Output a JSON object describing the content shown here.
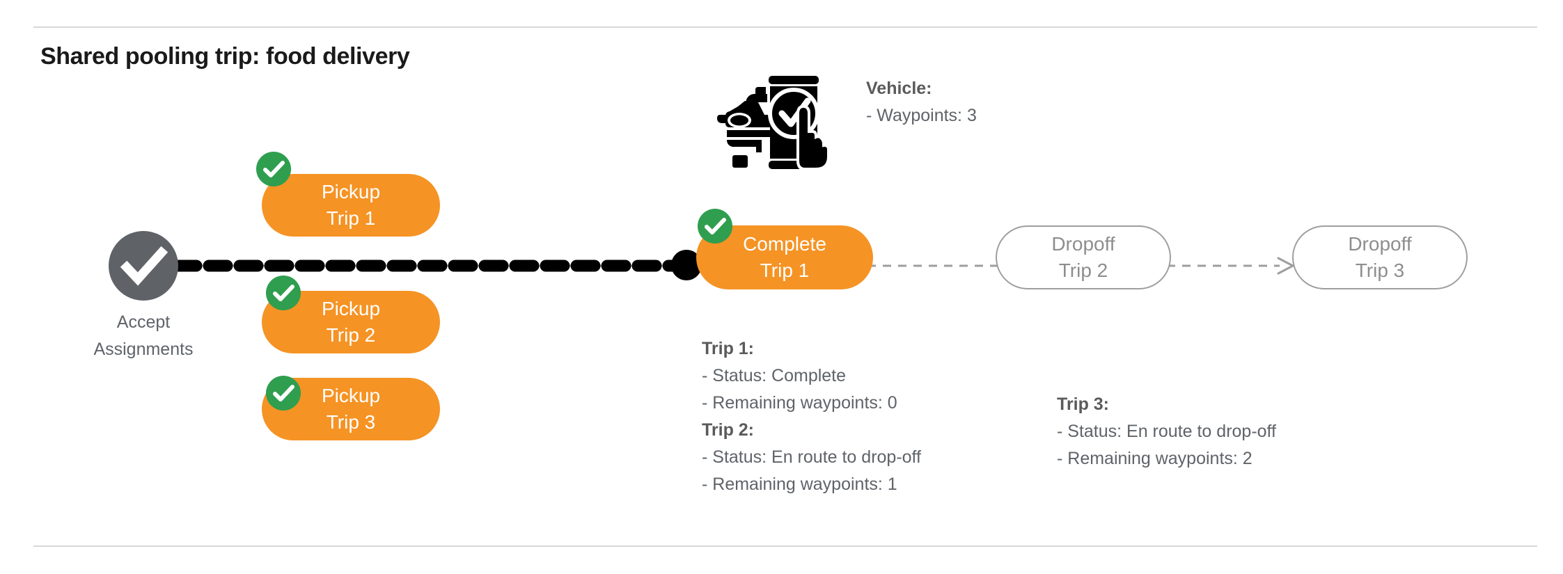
{
  "page": {
    "title": "Shared pooling trip: food delivery",
    "background": "#ffffff"
  },
  "colors": {
    "orange": "#f59324",
    "green": "#2f9e4f",
    "gray_node": "#5f6368",
    "gray_text": "#5f6368",
    "gray_outline": "#9e9e9e",
    "divider": "#d5d7d9",
    "black": "#000000"
  },
  "start_node": {
    "icon": "check-circle-icon",
    "label_line1": "Accept",
    "label_line2": "Assignments"
  },
  "vehicle": {
    "icon": "car-phone-check-icon",
    "heading": "Vehicle:",
    "detail": "- Waypoints: 3"
  },
  "nodes": {
    "pickups": [
      {
        "line1": "Pickup",
        "line2": "Trip 1",
        "completed": true,
        "badge_icon": "check-badge-icon"
      },
      {
        "line1": "Pickup",
        "line2": "Trip 2",
        "completed": true,
        "badge_icon": "check-badge-icon"
      },
      {
        "line1": "Pickup",
        "line2": "Trip 3",
        "completed": true,
        "badge_icon": "check-badge-icon"
      }
    ],
    "complete": {
      "line1": "Complete",
      "line2": "Trip 1",
      "completed": true,
      "badge_icon": "check-badge-icon"
    },
    "dropoffs": [
      {
        "line1": "Dropoff",
        "line2": "Trip 2",
        "completed": false
      },
      {
        "line1": "Dropoff",
        "line2": "Trip 3",
        "completed": false
      }
    ]
  },
  "trips": [
    {
      "heading": "Trip 1:",
      "status_line": "- Status:  Complete",
      "waypoints_line": "- Remaining waypoints: 0"
    },
    {
      "heading": "Trip 2:",
      "status_line": "- Status:  En route to drop-off",
      "waypoints_line": "- Remaining waypoints: 1"
    },
    {
      "heading": "Trip 3:",
      "status_line": "- Status:  En route to drop-off",
      "waypoints_line": "- Remaining waypoints: 2"
    }
  ]
}
